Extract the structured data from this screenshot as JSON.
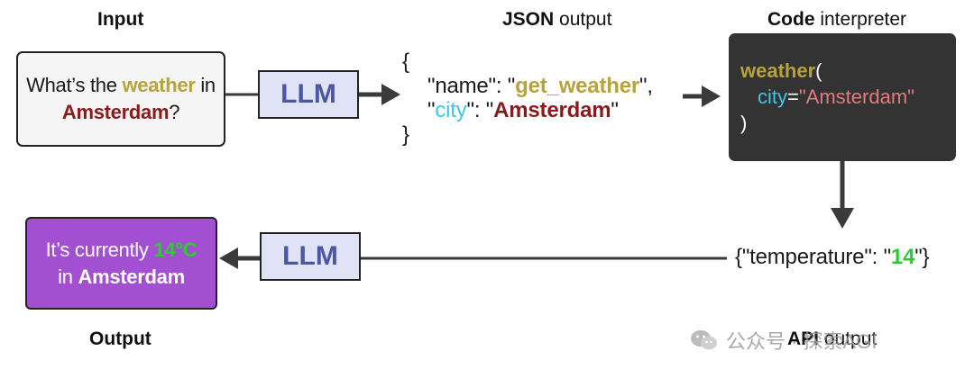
{
  "labels": {
    "input": "Input",
    "json_bold": "JSON",
    "json_rest": " output",
    "code_bold": "Code",
    "code_rest": " interpreter",
    "output": "Output",
    "api_bold": "API",
    "api_rest": " output"
  },
  "input_box": {
    "t1": "What’s the ",
    "t2": "weather",
    "t3": " in",
    "t4": "Amsterdam",
    "t5": "?"
  },
  "llm_top": "LLM",
  "llm_bottom": "LLM",
  "json_output": {
    "open": "{",
    "l1_key": "\"name\": \"",
    "l1_val": "get_weather",
    "l1_end": "\",",
    "l2_q1": "\"",
    "l2_key": "city",
    "l2_mid": "\": \"",
    "l2_val": "Amsterdam",
    "l2_end": "\"",
    "close": "}"
  },
  "code": {
    "fn": "weather",
    "paren_open": "(",
    "arg": "city",
    "eq": "=",
    "val": "\"Amsterdam\"",
    "paren_close": ")"
  },
  "api_output": {
    "pre": "{\"temperature\": \"",
    "val": "14",
    "post": "\"}"
  },
  "output_box": {
    "t1": "It’s currently ",
    "t2": "14°C",
    "t3": "in ",
    "t4": "Amsterdam"
  },
  "watermark": "公众号 · 探索AGI",
  "colors": {
    "llm_fill": "#dfe3f5",
    "llm_text": "#4a56a6",
    "code_bg": "#333333",
    "output_fill": "#a24fd1",
    "highlight_olive": "#b8a23a",
    "highlight_red": "#8b1a1a",
    "highlight_cyan": "#3cc7e8",
    "highlight_green": "#2dcc33"
  }
}
